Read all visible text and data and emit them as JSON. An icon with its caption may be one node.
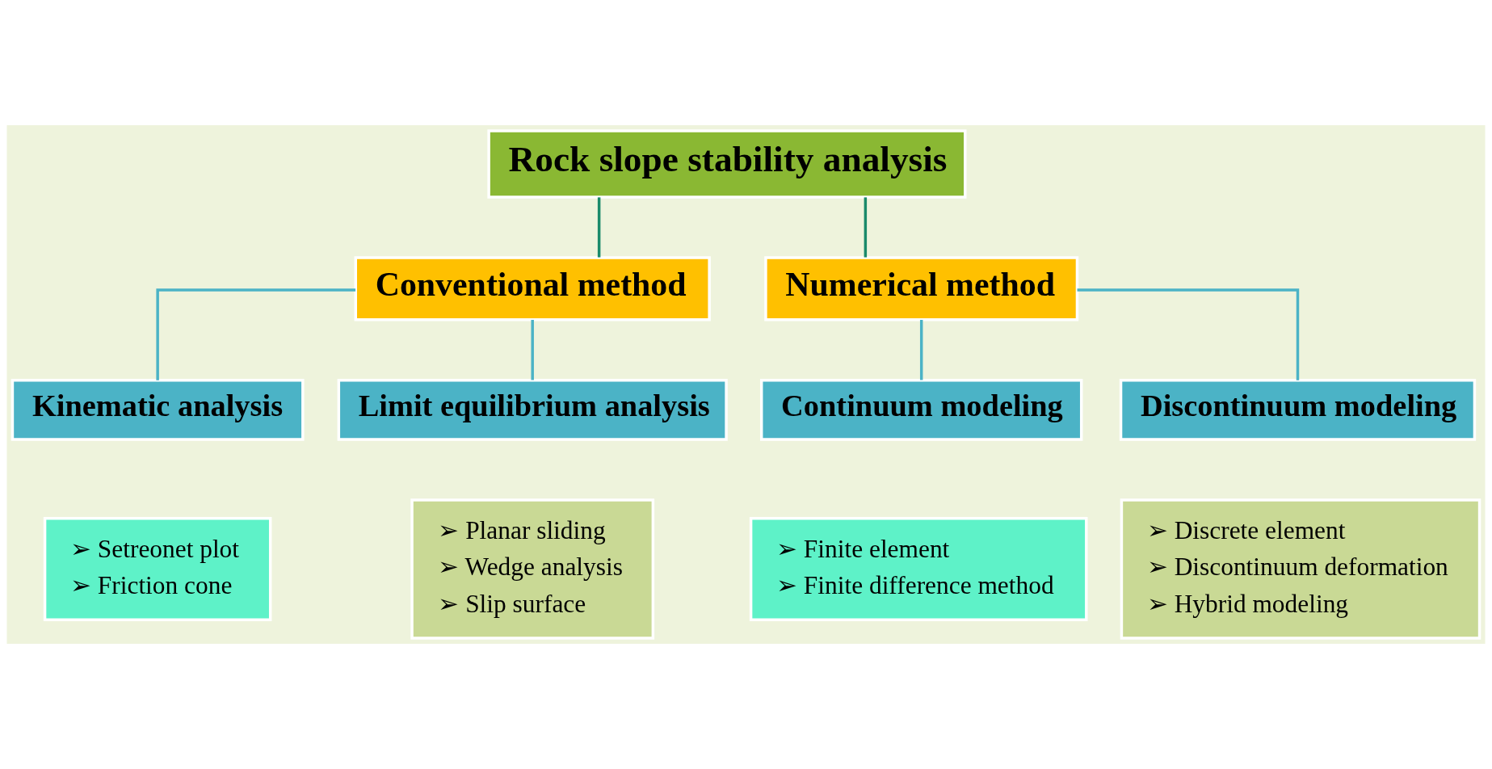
{
  "diagram": {
    "nodes": [
      {
        "text": [
          "Rock slope stability analysis"
        ]
      },
      {
        "text": [
          "Conventional method"
        ]
      },
      {
        "text": [
          "Numerical method"
        ]
      },
      {
        "text": [
          "Kinematic analysis"
        ]
      },
      {
        "text": [
          "Limit equilibrium analysis"
        ]
      },
      {
        "text": [
          "Continuum modeling"
        ]
      },
      {
        "text": [
          "Discontinuum modeling"
        ]
      },
      {
        "text": [
          "➢ Setreonet plot",
          "➢ Friction cone"
        ]
      },
      {
        "text": [
          "➢ Planar sliding",
          "➢ Wedge analysis",
          "➢ Slip surface"
        ]
      },
      {
        "text": [
          "➢ Finite element",
          "➢ Finite difference method"
        ]
      },
      {
        "text": [
          "➢ Discrete element",
          "➢ Discontinuum deformation",
          "➢ Hybrid modeling"
        ]
      }
    ],
    "edges": [
      {
        "from": 0,
        "to": 1,
        "arrow": "none",
        "color": "#1a8a6a"
      },
      {
        "from": 0,
        "to": 2,
        "arrow": "none",
        "color": "#1a8a6a"
      },
      {
        "from": 1,
        "to": 3,
        "arrow": "none"
      },
      {
        "from": 1,
        "to": 4,
        "arrow": "none"
      },
      {
        "from": 2,
        "to": 5,
        "arrow": "none"
      },
      {
        "from": 2,
        "to": 6,
        "arrow": "none"
      }
    ]
  }
}
